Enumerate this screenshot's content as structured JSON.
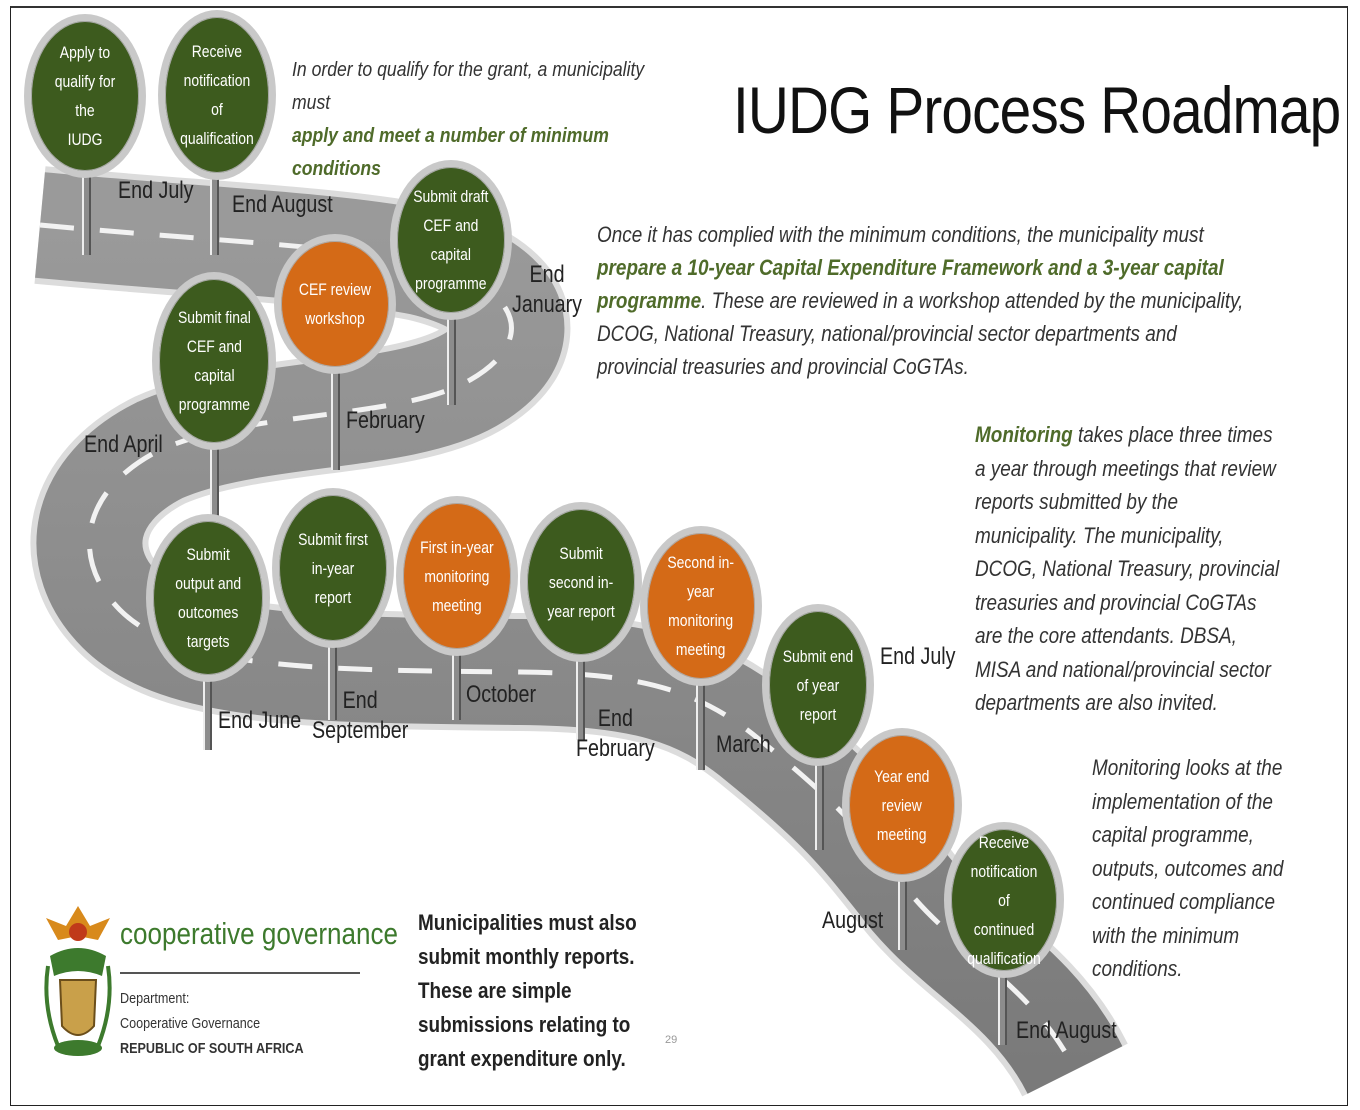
{
  "title": "IUDG Process Roadmap",
  "intro": {
    "line1": "In order to qualify for the grant, a municipality must",
    "line2": "apply and meet a number of minimum conditions"
  },
  "para1": {
    "a": "Once it has complied with the minimum conditions, the municipality must",
    "bold": "prepare a 10-year Capital Expenditure Framework and a 3-year capital programme",
    "b": ". These are reviewed in a workshop attended by the municipality, DCOG, National Treasury, national/provincial sector departments and provincial treasuries and provincial CoGTAs."
  },
  "para2": {
    "bold": "Monitoring",
    "a": " takes place three times a year through meetings that review reports submitted by the municipality. The municipality, DCOG, National Treasury, provincial treasuries and provincial CoGTAs are the core attendants. DBSA, MISA and national/provincial sector departments are also invited."
  },
  "para3": "Monitoring looks at the implementation of the capital programme, outputs, outcomes and continued compliance with the minimum conditions.",
  "monthly": "Municipalities must also submit monthly reports. These are simple submissions relating to grant expenditure only.",
  "signs": [
    {
      "text": "Apply to\nqualify for the\nIUDG",
      "color": "green",
      "date": "End July"
    },
    {
      "text": "Receive\nnotification\nof\nqualification",
      "color": "green",
      "date": "End August"
    },
    {
      "text": "Submit draft\nCEF and\ncapital\nprogramme",
      "color": "green",
      "date": "End\nJanuary"
    },
    {
      "text": "CEF review\nworkshop",
      "color": "orange",
      "date": "February"
    },
    {
      "text": "Submit final\nCEF and\ncapital\nprogramme",
      "color": "green",
      "date": "End April"
    },
    {
      "text": "Submit\noutput and\noutcomes\ntargets",
      "color": "green",
      "date": "End June"
    },
    {
      "text": "Submit first\nin-year report",
      "color": "green",
      "date": "End\nSeptember"
    },
    {
      "text": "First in-year\nmonitoring\nmeeting",
      "color": "orange",
      "date": "October"
    },
    {
      "text": "Submit\nsecond in-\nyear report",
      "color": "green",
      "date": "End\nFebruary"
    },
    {
      "text": "Second in-\nyear\nmonitoring\nmeeting",
      "color": "orange",
      "date": "March"
    },
    {
      "text": "Submit end\nof year report",
      "color": "green",
      "date": "End July"
    },
    {
      "text": "Year end\nreview\nmeeting",
      "color": "orange",
      "date": "August"
    },
    {
      "text": "Receive\nnotification of\ncontinued\nqualification",
      "color": "green",
      "date": "End August"
    }
  ],
  "logo": {
    "name": "cooperative governance",
    "dept_line1": "Department:",
    "dept_line2": "Cooperative Governance",
    "dept_line3": "REPUBLIC OF SOUTH AFRICA"
  },
  "page_number": "29",
  "colors": {
    "green": "#3d5b1e",
    "orange": "#d46a17",
    "road": "#8a8a8a",
    "accent_text": "#4f6b2a"
  }
}
